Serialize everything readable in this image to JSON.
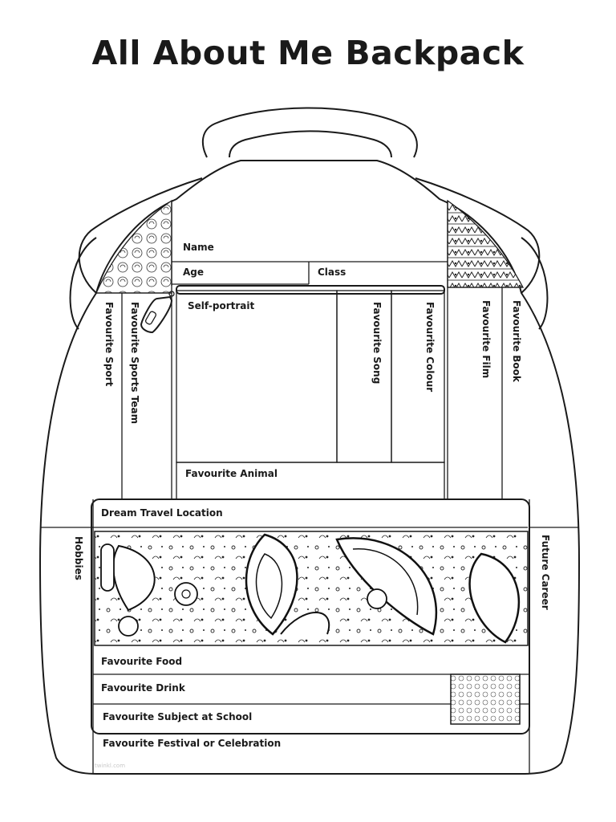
{
  "title": "All About Me Backpack",
  "fields": {
    "name": "Name",
    "age": "Age",
    "class": "Class",
    "self_portrait": "Self-portrait",
    "favourite_song": "Favourite Song",
    "favourite_colour": "Favourite Colour",
    "favourite_film": "Favourite Film",
    "favourite_book": "Favourite Book",
    "favourite_sport": "Favourite Sport",
    "favourite_sports_team": "Favourite Sports Team",
    "favourite_animal": "Favourite Animal",
    "dream_travel_location": "Dream Travel Location",
    "hobbies": "Hobbies",
    "future_career": "Future Career",
    "favourite_food": "Favourite Food",
    "favourite_drink": "Favourite Drink",
    "favourite_subject": "Favourite Subject at School",
    "favourite_festival": "Favourite Festival or Celebration"
  },
  "watermark": "twinkl.com"
}
